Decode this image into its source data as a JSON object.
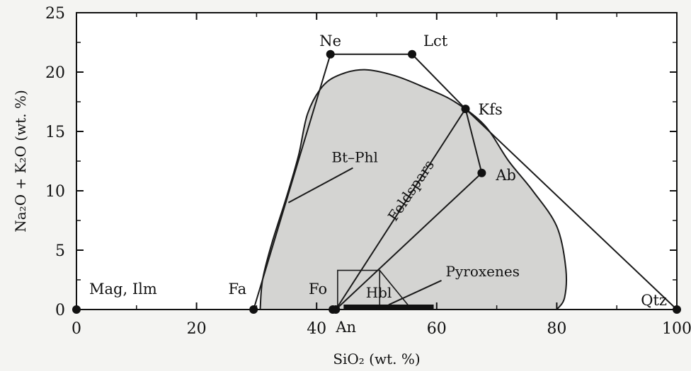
{
  "chart_data": {
    "type": "scatter",
    "title": "",
    "xlabel": "SiO₂ (wt. %)",
    "ylabel": "Na₂O + K₂O (wt. %)",
    "xlim": [
      0,
      100
    ],
    "ylim": [
      0,
      25
    ],
    "x_ticks": [
      0,
      20,
      40,
      60,
      80,
      100
    ],
    "y_ticks": [
      0,
      5,
      10,
      15,
      20,
      25
    ],
    "grid": false,
    "series": [
      {
        "points": [
          {
            "label": "Mag, Ilm",
            "x": 0,
            "y": 0
          },
          {
            "label": "Fa",
            "x": 29.5,
            "y": 0
          },
          {
            "label": "Fo",
            "x": 42.7,
            "y": 0
          },
          {
            "label": "An",
            "x": 43.2,
            "y": 0
          },
          {
            "label": "Ne",
            "x": 42.3,
            "y": 21.5
          },
          {
            "label": "Lct",
            "x": 55.9,
            "y": 21.5
          },
          {
            "label": "Kfs",
            "x": 64.8,
            "y": 16.9
          },
          {
            "label": "Ab",
            "x": 67.5,
            "y": 11.5
          },
          {
            "label": "Qtz",
            "x": 100,
            "y": 0
          }
        ]
      }
    ],
    "outline": [
      {
        "x": 29.5,
        "y": 0
      },
      {
        "x": 42.3,
        "y": 21.5
      },
      {
        "x": 55.9,
        "y": 21.5
      },
      {
        "x": 64.8,
        "y": 16.9
      },
      {
        "x": 100,
        "y": 0
      }
    ],
    "shaded_region": [
      [
        30.6,
        0
      ],
      [
        31,
        2.5
      ],
      [
        32.5,
        5.5
      ],
      [
        35,
        9.5
      ],
      [
        37,
        13
      ],
      [
        38.5,
        16.5
      ],
      [
        41,
        18.8
      ],
      [
        44,
        19.8
      ],
      [
        48,
        20.2
      ],
      [
        53,
        19.7
      ],
      [
        58,
        18.7
      ],
      [
        63,
        17.5
      ],
      [
        68,
        15.5
      ],
      [
        72,
        12.5
      ],
      [
        76,
        10
      ],
      [
        80,
        7
      ],
      [
        81.5,
        3.5
      ],
      [
        81.3,
        1
      ],
      [
        80,
        0
      ]
    ],
    "feldspar_lines": [
      {
        "from": [
          43.2,
          0
        ],
        "to": [
          64.8,
          16.9
        ]
      },
      {
        "from": [
          43.2,
          0
        ],
        "to": [
          67.5,
          11.5
        ]
      },
      {
        "from": [
          64.8,
          16.9
        ],
        "to": [
          67.5,
          11.5
        ]
      }
    ],
    "pyroxene_bar": {
      "x_from": 44.5,
      "x_to": 59.5,
      "y": 0
    },
    "hbl_box": {
      "x_from": 43.5,
      "x_to": 50.5,
      "y_from": 0,
      "y_to": 3.3
    },
    "annotations": [
      {
        "text": "Bt–Phl",
        "x": 42.5,
        "y": 12.4,
        "pointer_to": [
          35.3,
          9
        ]
      },
      {
        "text": "Feldspars",
        "x": 56.4,
        "y": 9.8,
        "rotate": -56
      },
      {
        "text": "Hbl",
        "x": 48.2,
        "y": 1.0
      },
      {
        "text": "Pyroxenes",
        "x": 61.5,
        "y": 2.8,
        "pointer_to": [
          52,
          0.4
        ]
      }
    ]
  }
}
